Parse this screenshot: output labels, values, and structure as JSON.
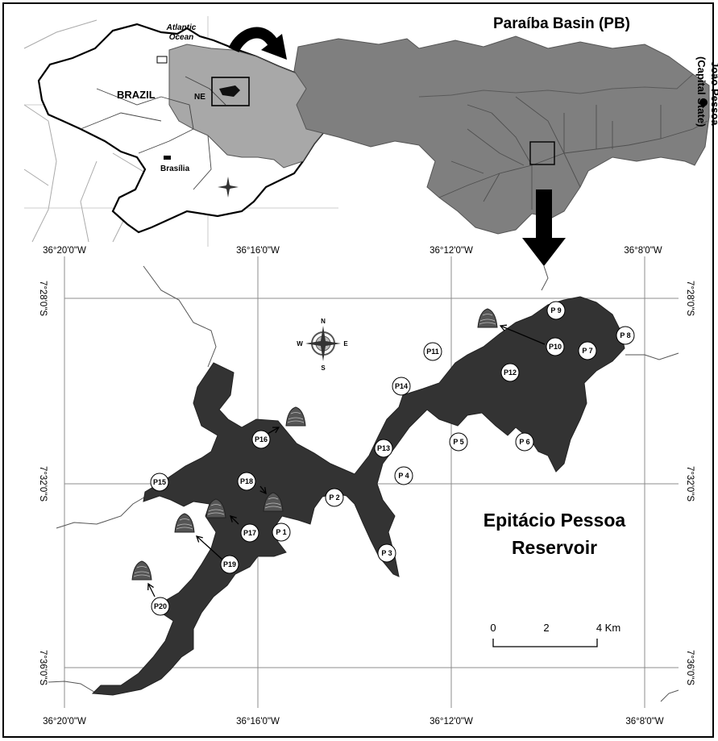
{
  "inset_brazil": {
    "ocean_label": "Atlantic Ocean",
    "ocean_line1": "Atlantic",
    "ocean_line2": "Ocean",
    "country_label": "BRAZIL",
    "region_label": "NE",
    "capital_label": "Brasília"
  },
  "basin": {
    "title": "Paraíba Basin (PB)",
    "capital_label": "João Pessoa (Capital State)",
    "capital_line1": "João Pessoa",
    "capital_line2": "(Capital State)"
  },
  "reservoir": {
    "title_line1": "Epitácio Pessoa",
    "title_line2": "Reservoir"
  },
  "axes": {
    "lon_ticks": [
      "36°20'0\"W",
      "36°16'0\"W",
      "36°12'0\"W",
      "36°8'0\"W"
    ],
    "lat_ticks": [
      "7°28'0\"S",
      "7°32'0\"S",
      "7°36'0\"S"
    ]
  },
  "compass": {
    "n": "N",
    "s": "S",
    "e": "E",
    "w": "W"
  },
  "scale_bar": {
    "labels": [
      "0",
      "2",
      "4 Km"
    ]
  },
  "points": [
    "P1",
    "P2",
    "P3",
    "P4",
    "P5",
    "P6",
    "P7",
    "P8",
    "P9",
    "P10",
    "P11",
    "P12",
    "P13",
    "P14",
    "P15",
    "P16",
    "P17",
    "P18",
    "P19",
    "P20"
  ],
  "colors": {
    "reservoir_fill": "#333333",
    "basin_fill": "#7f7f7f",
    "ne_fill": "#a8a8a8",
    "frame": "#000000"
  }
}
